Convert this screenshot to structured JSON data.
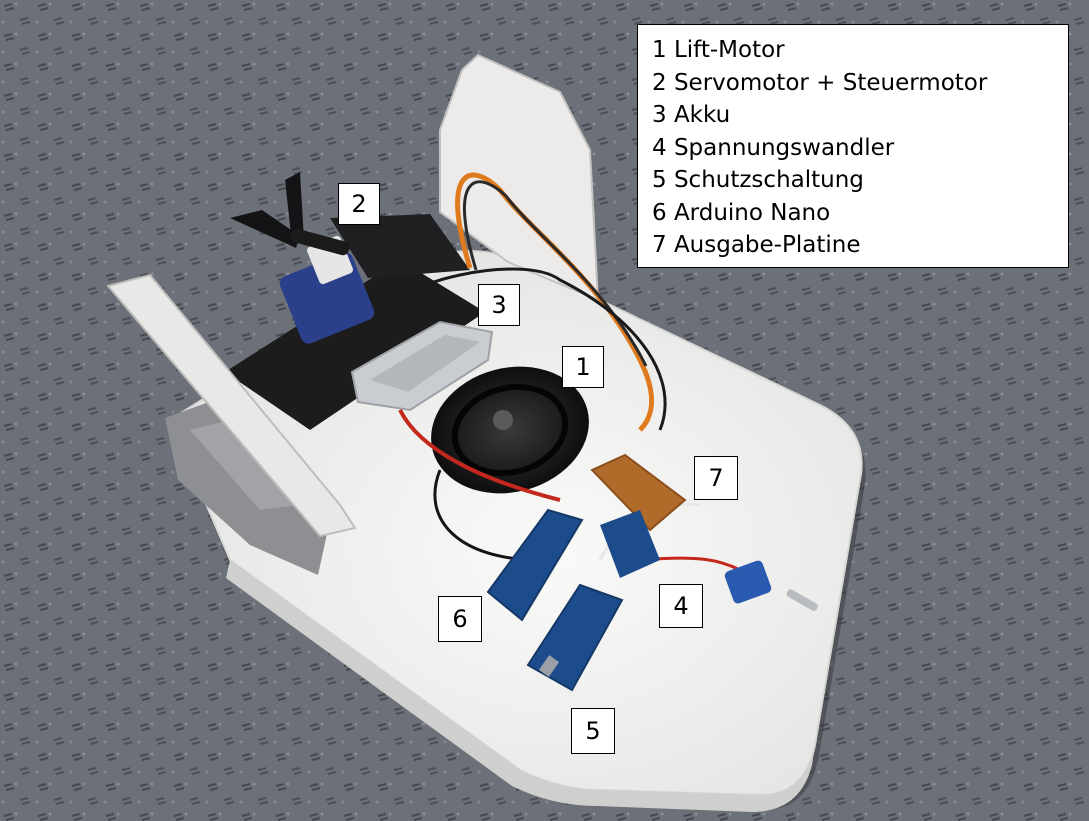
{
  "legend": {
    "items": [
      "1 Lift-Motor",
      "2 Servomotor + Steuermotor",
      "3 Akku",
      "4 Spannungswandler",
      "5 Schutzschaltung",
      "6 Arduino Nano",
      "7 Ausgabe-Platine"
    ]
  },
  "callouts": {
    "c1": "1",
    "c2": "2",
    "c3": "3",
    "c4": "4",
    "c5": "5",
    "c6": "6",
    "c7": "7"
  },
  "colors": {
    "carpet": "#6f737a",
    "foam": "#f4f4f2",
    "tape": "#1c1c1c",
    "servo_blue": "#2c3f8a",
    "wire_orange": "#e07a1e",
    "wire_red": "#c4281c",
    "pcb_blue": "#1d4c8c",
    "pcb_brown": "#b06a2a",
    "battery_silver": "#c9ccd0"
  }
}
